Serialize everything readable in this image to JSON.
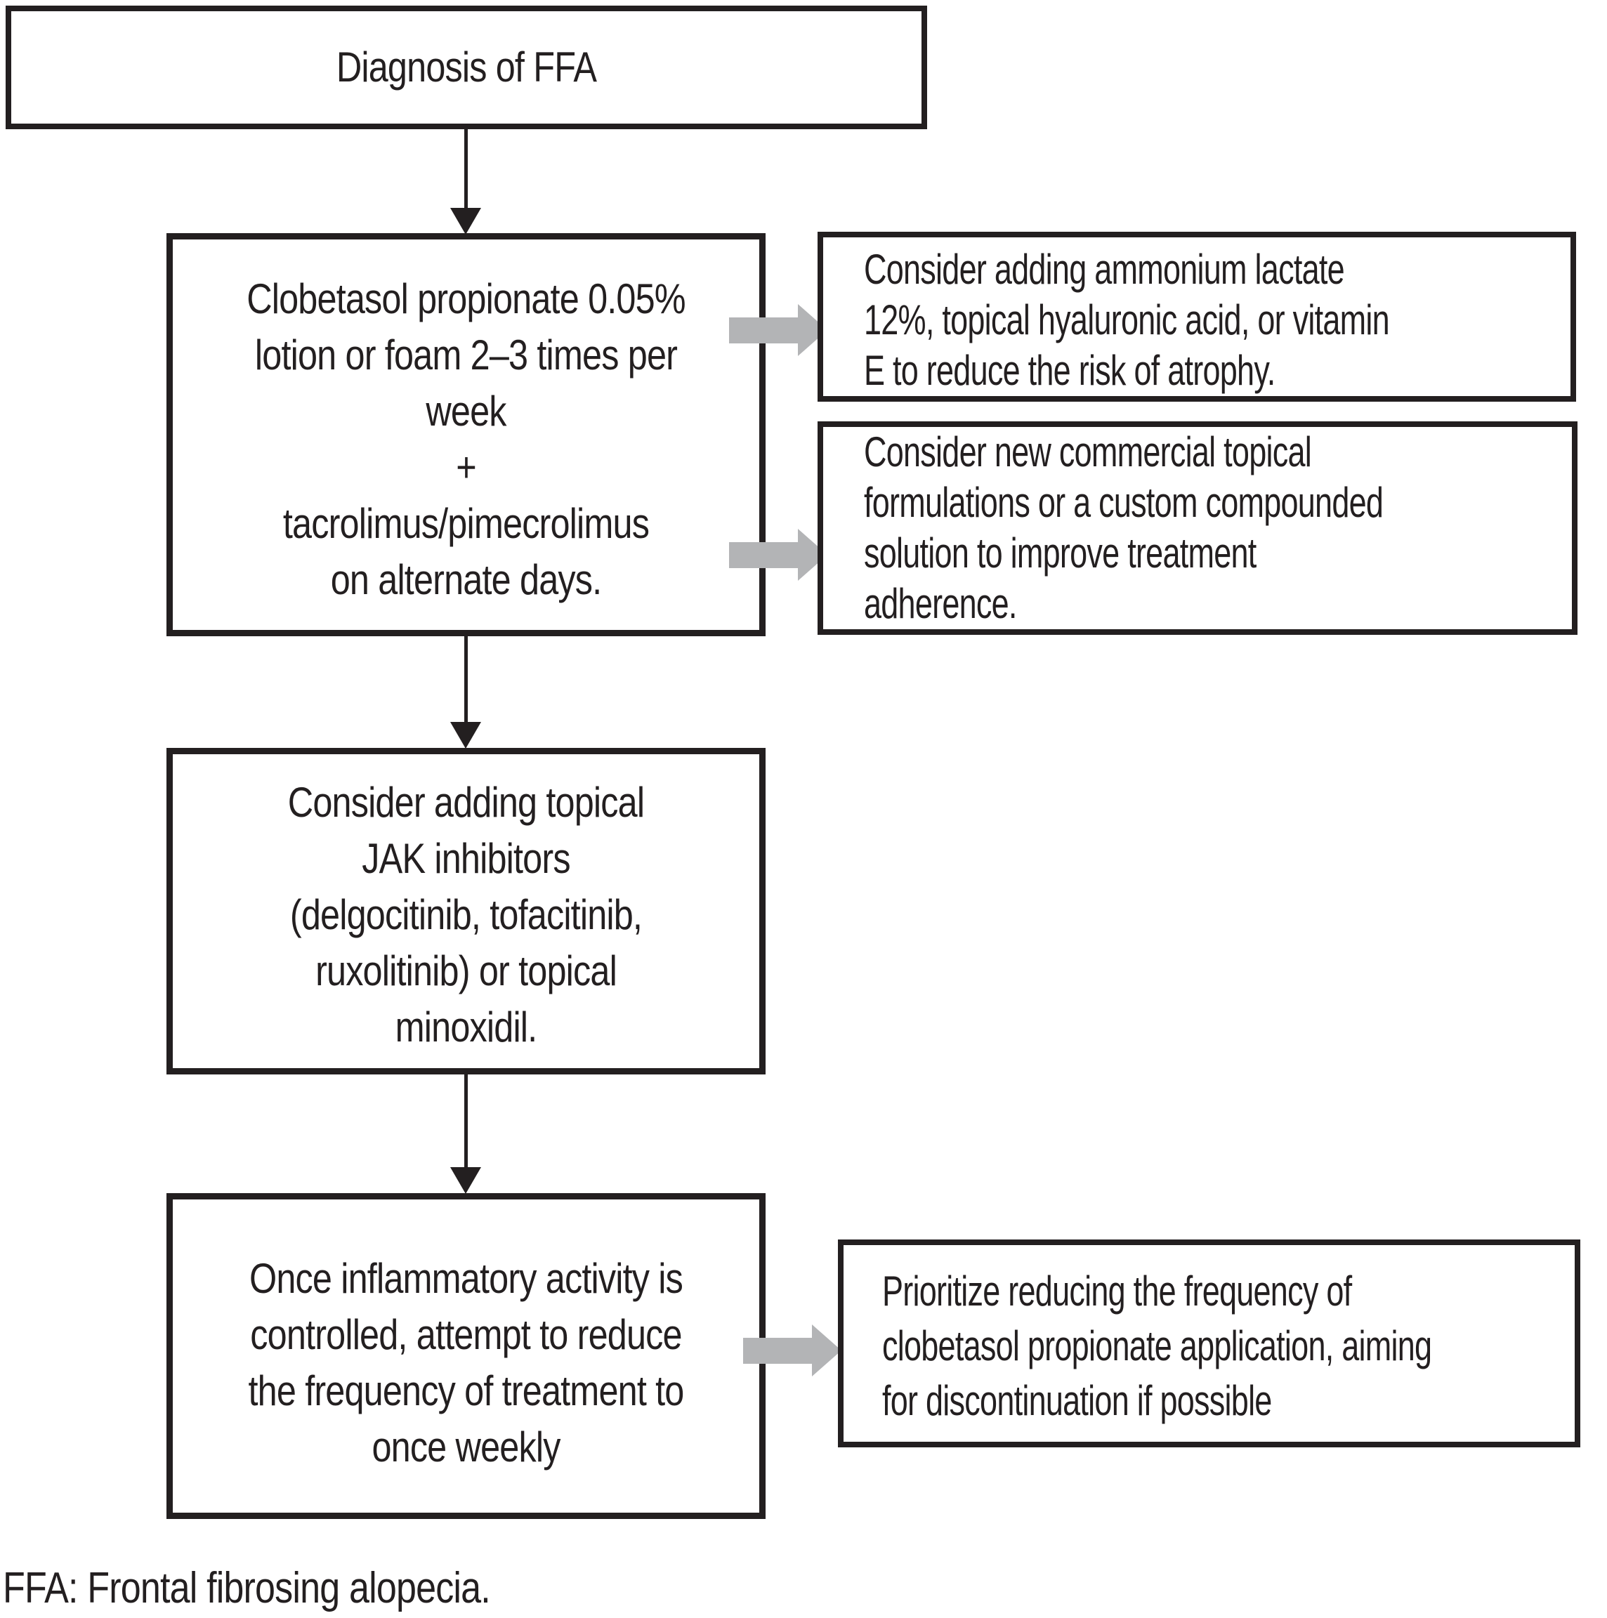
{
  "colors": {
    "ink": "#231f20",
    "arrow_gray": "#b3b4b6",
    "background": "#ffffff"
  },
  "flowchart": {
    "title_box": {
      "text": "Diagnosis of FFA"
    },
    "step1_box": {
      "lines": [
        "Clobetasol propionate 0.05%",
        "lotion or foam 2–3 times per",
        "week",
        "+",
        "tacrolimus/pimecrolimus",
        "on alternate days."
      ]
    },
    "side_box_1": {
      "lines": [
        "Consider adding ammonium lactate",
        "12%, topical hyaluronic acid, or vitamin",
        "E to reduce the risk of atrophy."
      ]
    },
    "side_box_2": {
      "lines": [
        "Consider new commercial topical",
        "formulations or a custom compounded",
        "solution to improve treatment",
        "adherence."
      ]
    },
    "step2_box": {
      "lines": [
        "Consider adding topical",
        "JAK inhibitors",
        "(delgocitinib, tofacitinib,",
        "ruxolitinib) or topical",
        "minoxidil."
      ]
    },
    "step3_box": {
      "lines": [
        "Once inflammatory activity is",
        "controlled, attempt to reduce",
        "the frequency of treatment to",
        "once weekly"
      ]
    },
    "side_box_3": {
      "lines": [
        "Prioritize reducing the frequency of",
        "clobetasol propionate application, aiming",
        "for discontinuation if possible"
      ]
    }
  },
  "footer": {
    "text": "FFA: Frontal fibrosing alopecia."
  }
}
